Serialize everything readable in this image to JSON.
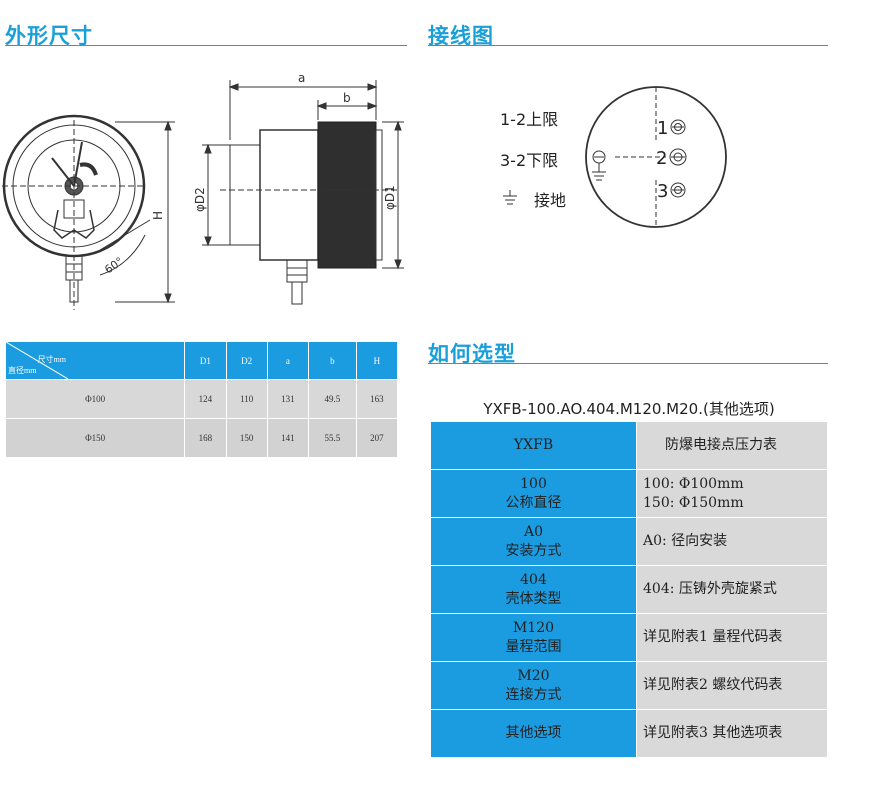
{
  "sections": {
    "dimensions": "外形尺寸",
    "wiring": "接线图",
    "selection": "如何选型"
  },
  "drawing": {
    "dim_a": "a",
    "dim_b": "b",
    "dim_H": "H",
    "dim_D1": "φD1",
    "dim_D2": "φD2",
    "angle": "60°"
  },
  "wiring": {
    "upper": "1-2上限",
    "lower": "3-2下限",
    "ground": "接地",
    "t1": "1",
    "t2": "2",
    "t3": "3"
  },
  "dim_table": {
    "corner_top": "尺寸mm",
    "corner_bottom": "直径mm",
    "headers": [
      "D1",
      "D2",
      "a",
      "b",
      "H"
    ],
    "rows": [
      [
        "Φ100",
        "124",
        "110",
        "131",
        "49.5",
        "163"
      ],
      [
        "Φ150",
        "168",
        "150",
        "141",
        "55.5",
        "207"
      ]
    ]
  },
  "model": {
    "code": "YXFB-100.AO.404.M120.M20.(其他选项)",
    "rows": [
      {
        "k1": "YXFB",
        "k2": "",
        "v1": "防爆电接点压力表",
        "v2": ""
      },
      {
        "k1": "100",
        "k2": "公称直径",
        "v1": "100:  Φ100mm",
        "v2": "150:  Φ150mm"
      },
      {
        "k1": "A0",
        "k2": "安装方式",
        "v1": "A0:  径向安装",
        "v2": ""
      },
      {
        "k1": "404",
        "k2": "壳体类型",
        "v1": "404:  压铸外壳旋紧式",
        "v2": ""
      },
      {
        "k1": "M120",
        "k2": "量程范围",
        "v1": "详见附表1  量程代码表",
        "v2": ""
      },
      {
        "k1": "M20",
        "k2": "连接方式",
        "v1": "详见附表2  螺纹代码表",
        "v2": ""
      },
      {
        "k1": "其他选项",
        "k2": "",
        "v1": "详见附表3  其他选项表",
        "v2": ""
      }
    ]
  }
}
